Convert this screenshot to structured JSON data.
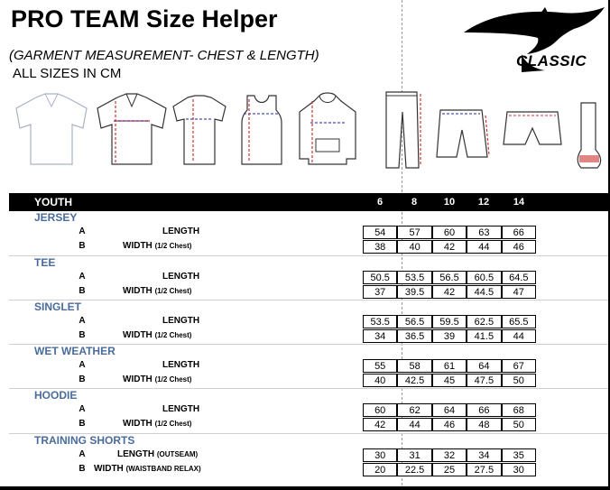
{
  "title": "PRO TEAM Size Helper",
  "subtitle_line1": "(GARMENT MEASUREMENT- CHEST & LENGTH)",
  "subtitle_line2": "ALL SIZES IN CM",
  "logo": {
    "text": "CLASSIC",
    "icon": "kangaroo-logo-icon"
  },
  "garments": [
    "polo-shirt-icon",
    "polo-shirt-measured-icon",
    "tee-icon",
    "singlet-icon",
    "hoodie-icon",
    "long-pants-icon",
    "shorts-icon",
    "training-shorts-icon",
    "sock-icon"
  ],
  "table": {
    "header": "YOUTH",
    "sizes": [
      "6",
      "8",
      "10",
      "12",
      "14"
    ],
    "sections": [
      {
        "name": "JERSEY",
        "rows": [
          {
            "letter": "A",
            "label": "LENGTH",
            "label_small": "",
            "values": [
              "54",
              "57",
              "60",
              "63",
              "66"
            ]
          },
          {
            "letter": "B",
            "label": "WIDTH",
            "label_small": "(1/2 Chest)",
            "values": [
              "38",
              "40",
              "42",
              "44",
              "46"
            ]
          }
        ]
      },
      {
        "name": "TEE",
        "rows": [
          {
            "letter": "A",
            "label": "LENGTH",
            "label_small": "",
            "values": [
              "50.5",
              "53.5",
              "56.5",
              "60.5",
              "64.5"
            ]
          },
          {
            "letter": "B",
            "label": "WIDTH",
            "label_small": "(1/2 Chest)",
            "values": [
              "37",
              "39.5",
              "42",
              "44.5",
              "47"
            ]
          }
        ]
      },
      {
        "name": "SINGLET",
        "rows": [
          {
            "letter": "A",
            "label": "LENGTH",
            "label_small": "",
            "values": [
              "53.5",
              "56.5",
              "59.5",
              "62.5",
              "65.5"
            ]
          },
          {
            "letter": "B",
            "label": "WIDTH",
            "label_small": "(1/2 Chest)",
            "values": [
              "34",
              "36.5",
              "39",
              "41.5",
              "44"
            ]
          }
        ]
      },
      {
        "name": "WET WEATHER",
        "rows": [
          {
            "letter": "A",
            "label": "LENGTH",
            "label_small": "",
            "values": [
              "55",
              "58",
              "61",
              "64",
              "67"
            ]
          },
          {
            "letter": "B",
            "label": "WIDTH",
            "label_small": "(1/2 Chest)",
            "values": [
              "40",
              "42.5",
              "45",
              "47.5",
              "50"
            ]
          }
        ]
      },
      {
        "name": "HOODIE",
        "rows": [
          {
            "letter": "A",
            "label": "LENGTH",
            "label_small": "",
            "values": [
              "60",
              "62",
              "64",
              "66",
              "68"
            ]
          },
          {
            "letter": "B",
            "label": "WIDTH",
            "label_small": "(1/2 Chest)",
            "values": [
              "42",
              "44",
              "46",
              "48",
              "50"
            ]
          }
        ]
      },
      {
        "name": "TRAINING SHORTS",
        "rows": [
          {
            "letter": "A",
            "label": "LENGTH",
            "label_small": "(OUTSEAM)",
            "values": [
              "30",
              "31",
              "32",
              "34",
              "35"
            ]
          },
          {
            "letter": "B",
            "label": "WIDTH",
            "label_small": "(WAISTBAND RELAX)",
            "values": [
              "20",
              "22.5",
              "25",
              "27.5",
              "30"
            ]
          }
        ]
      }
    ]
  }
}
